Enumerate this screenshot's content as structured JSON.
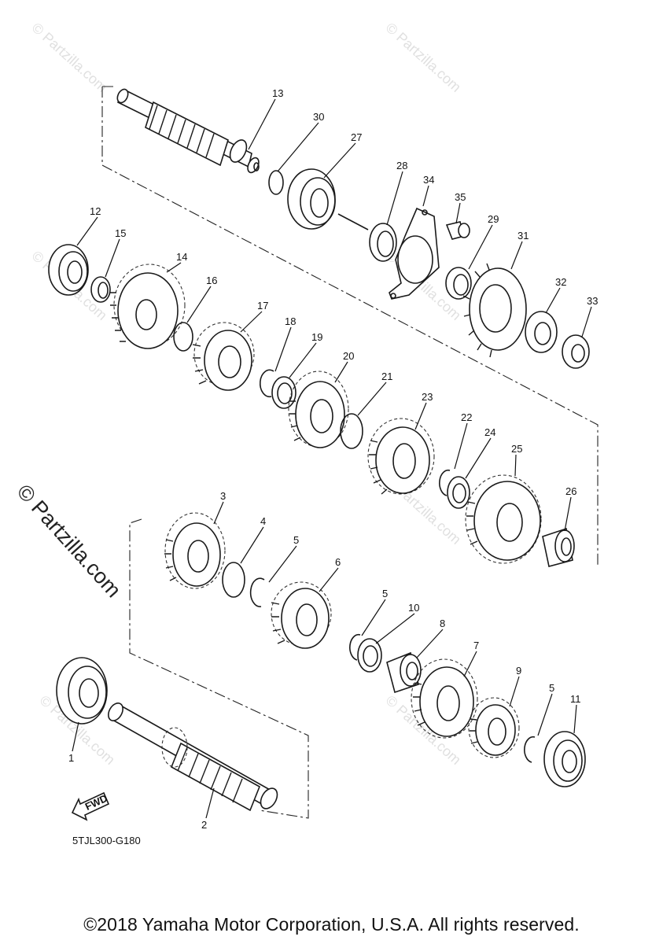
{
  "watermark": "© Partzilla.com",
  "diagram_code": "5TJL300-G180",
  "copyright": "©2018 Yamaha Motor Corporation, U.S.A. All rights reserved.",
  "fwd_label": "FWD",
  "callouts": {
    "n1": "1",
    "n2": "2",
    "n3": "3",
    "n4": "4",
    "n5a": "5",
    "n5b": "5",
    "n5c": "5",
    "n6": "6",
    "n7": "7",
    "n8": "8",
    "n9": "9",
    "n10": "10",
    "n11": "11",
    "n12": "12",
    "n13": "13",
    "n14": "14",
    "n15": "15",
    "n16": "16",
    "n17": "17",
    "n18": "18",
    "n19": "19",
    "n20": "20",
    "n21": "21",
    "n22": "22",
    "n23": "23",
    "n24": "24",
    "n25": "25",
    "n26": "26",
    "n27": "27",
    "n28": "28",
    "n29": "29",
    "n30": "30",
    "n31": "31",
    "n32": "32",
    "n33": "33",
    "n34": "34",
    "n35": "35"
  }
}
